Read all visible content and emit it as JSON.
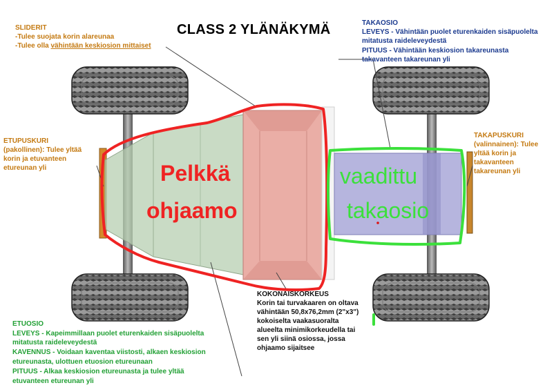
{
  "title": "CLASS 2 YLÄNÄKYMÄ",
  "annotations": {
    "sliderit": {
      "heading": "SLIDERIT",
      "line1": "-Tulee suojata korin alareunaa",
      "line2_pre": "-Tulee olla ",
      "line2_u": "vähintään keskiosion mittaiset"
    },
    "takaosio": {
      "heading": "TAKAOSIO",
      "line1": "LEVEYS - Vähintään puolet eturenkaiden sisäpuolelta",
      "line2": "mitatusta raideleveydestä",
      "line3": "PITUUS - Vähintään keskiosion takareunasta",
      "line4": "takavanteen takareunan yli"
    },
    "etupuskuri": {
      "line1": "ETUPUSKURI",
      "line2": "(pakollinen): Tulee yltää",
      "line3": "korin ja etuvanteen",
      "line4": "etureunan yli"
    },
    "takapuskuri": {
      "line1": "TAKAPUSKURI",
      "line2": "(valinnainen): Tulee",
      "line3": "yltää korin ja",
      "line4": "takavanteen",
      "line5": "takareunan yli"
    },
    "kokonaiskorkeus": {
      "line1": "KOKONAISKORKEUS",
      "line2": "Korin tai turvakaaren on oltava",
      "line3": "vähintään 50,8x76,2mm (2\"x3\")",
      "line4": "kokoiselta vaakasuoralta",
      "line5": "alueelta minimikorkeudella tai",
      "line6": "sen yli siinä osiossa, jossa",
      "line7": "ohjaamo sijaitsee"
    },
    "etuosio": {
      "heading": "ETUOSIO",
      "line1": "LEVEYS - Kapeimmillaan puolet eturenkaiden sisäpuolelta",
      "line2": "mitatusta raideleveydestä",
      "line3": "KAVENNUS - Voidaan kaventaa viistosti, alkaen keskiosion",
      "line4": "etureunasta, ulottuen etuosion etureunaan",
      "line5": "PITUUS - Alkaa keskiosion etureunasta ja tulee yltää",
      "line6": "etuvanteen etureunan yli"
    }
  },
  "handwritten": {
    "cab": {
      "line1": "Pelkkä",
      "line2": "ohjaamo"
    },
    "rear": {
      "line1": "vaadittu",
      "line2": "takaosio"
    }
  },
  "colors": {
    "orange": "#c47a12",
    "blue": "#1c3b8f",
    "green": "#22a035",
    "hand_red": "#ef2323",
    "hand_green": "#3be03b",
    "cab_fill": "#e8a59c",
    "rear_fill": "#a9a8d8",
    "front_fill": "#b7cfb2"
  }
}
